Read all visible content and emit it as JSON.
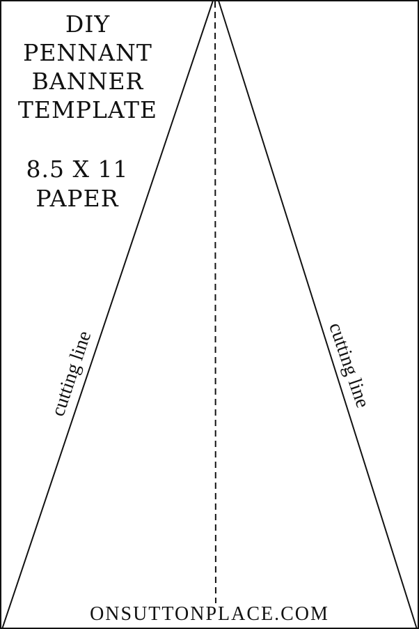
{
  "template": {
    "title_lines": [
      "DIY",
      "PENNANT",
      "BANNER",
      "TEMPLATE"
    ],
    "paper_lines": [
      "8.5 X 11",
      "PAPER"
    ],
    "cut_label_left": "cutting line",
    "cut_label_right": "cutting line",
    "footer_site": "ONSUTTONPLACE.COM"
  },
  "colors": {
    "ink": "#111111",
    "paper": "#ffffff"
  }
}
